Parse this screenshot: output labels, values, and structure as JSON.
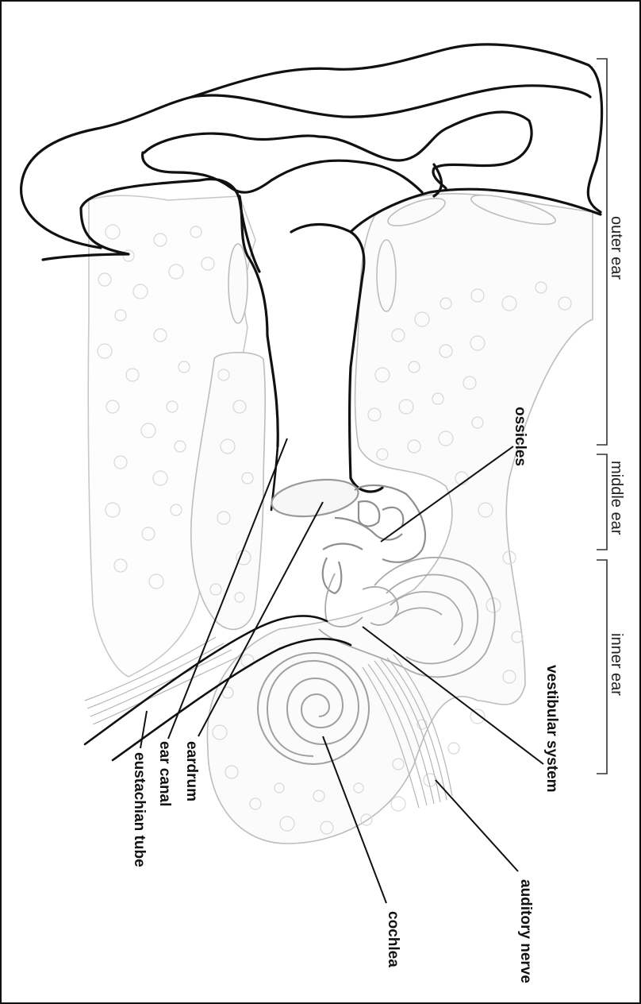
{
  "diagram": {
    "labels": {
      "ossicles": "ossicles",
      "vestibular_system": "vestibular system",
      "auditory_nerve": "auditory nerve",
      "cochlea": "cochlea",
      "eardrum": "eardrum",
      "ear_canal": "ear canal",
      "eustachian_tube": "eustachian tube"
    },
    "regions": {
      "outer_ear": "outer ear",
      "middle_ear": "middle ear",
      "inner_ear": "inner ear"
    },
    "colors": {
      "outline": "#111111",
      "bone": "#c8c8c8",
      "inner_structures": "#a9a9a9",
      "text": "#111111"
    }
  }
}
